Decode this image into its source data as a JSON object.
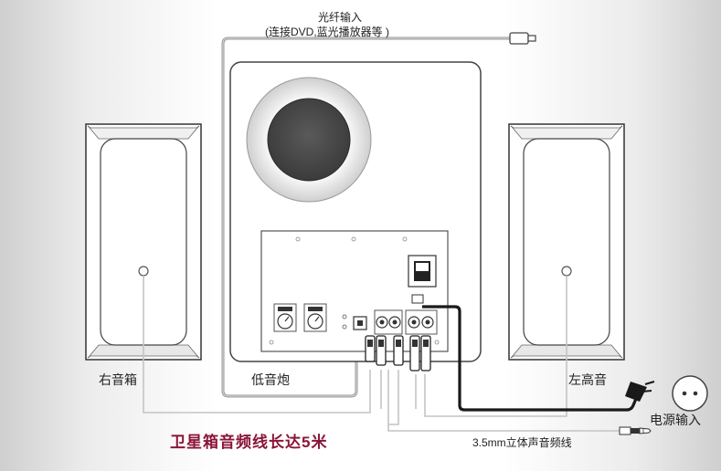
{
  "optical_input": {
    "title": "光纤输入",
    "note": "(连接DVD,蓝光播放器等 )"
  },
  "speakers": {
    "right": "右音箱",
    "subwoofer": "低音炮",
    "left": "左高音"
  },
  "power_input": "电源输入",
  "stereo_cable": "3.5mm立体声音频线",
  "banner": "卫星箱音频线长达5米"
}
